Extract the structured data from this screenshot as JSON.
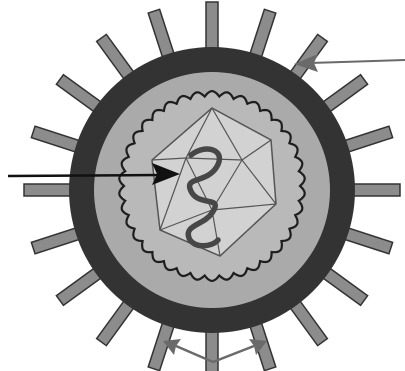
{
  "diagram": {
    "subject": "virion-cross-section",
    "spike_count": 20,
    "labels": [],
    "colors": {
      "background": "#ffffff",
      "envelope": "#333333",
      "spike": "#8c8c8c",
      "spike_outline": "#333333",
      "matrix": "#aaaaaa",
      "capsid_fill": "#d2d2d2",
      "capsid_lines": "#555555",
      "nucleic_acid": "#474747",
      "membrane_scallop": "#1e1e1e",
      "arrow": "#111111",
      "arrow_gray": "#6a6a6a"
    },
    "pointers": [
      {
        "name": "envelope-pointer-arrow",
        "target": "envelope"
      },
      {
        "name": "genome-pointer-arrow",
        "target": "nucleic-acid"
      },
      {
        "name": "spikes-pointer-arrows",
        "target": "surface-spikes"
      }
    ]
  }
}
